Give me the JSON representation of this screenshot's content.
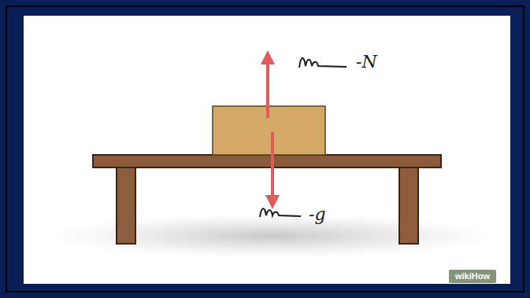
{
  "diagram": {
    "labels": [
      "-N",
      "-g",
      "wikiHow"
    ]
  }
}
